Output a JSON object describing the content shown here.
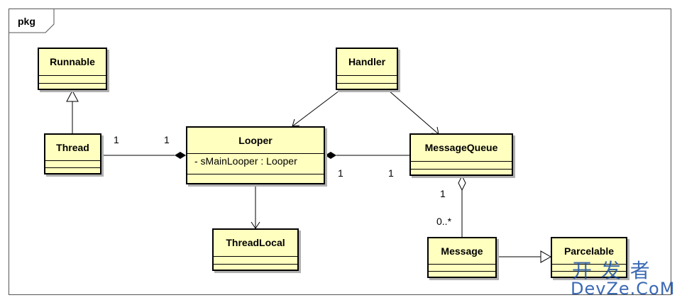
{
  "package": {
    "name": "pkg"
  },
  "classes": {
    "runnable": {
      "name": "Runnable"
    },
    "handler": {
      "name": "Handler"
    },
    "thread": {
      "name": "Thread"
    },
    "looper": {
      "name": "Looper",
      "attributes": [
        "- sMainLooper : Looper"
      ]
    },
    "messagequeue": {
      "name": "MessageQueue"
    },
    "threadlocal": {
      "name": "ThreadLocal"
    },
    "message": {
      "name": "Message"
    },
    "parcelable": {
      "name": "Parcelable"
    }
  },
  "multiplicities": {
    "thread_looper_thread_end": "1",
    "thread_looper_looper_end": "1",
    "looper_mq_looper_end": "1",
    "looper_mq_mq_end": "1",
    "mq_message_mq_end": "1",
    "mq_message_message_end": "0..*"
  },
  "watermark": {
    "line1": "开 发 者",
    "line2": "DevZe.CoM"
  }
}
